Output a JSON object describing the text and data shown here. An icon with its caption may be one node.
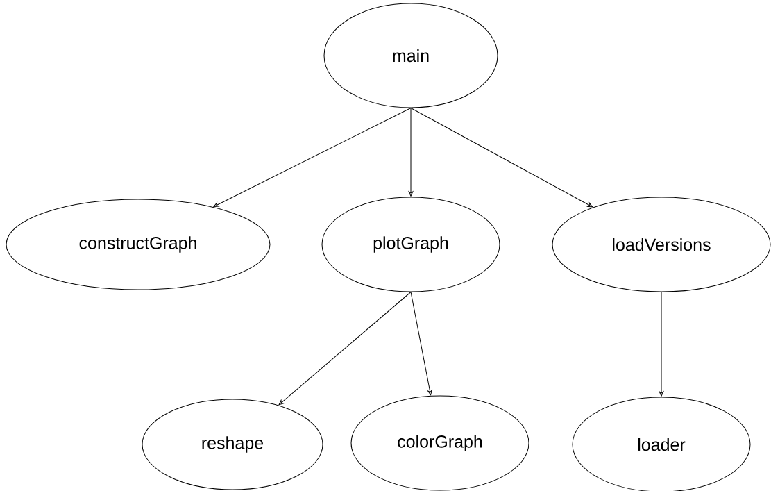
{
  "diagram": {
    "nodes": [
      {
        "text": [
          "main"
        ]
      },
      {
        "text": [
          "constructGraph"
        ]
      },
      {
        "text": [
          "plotGraph"
        ]
      },
      {
        "text": [
          "loadVersions"
        ]
      },
      {
        "text": [
          "reshape"
        ]
      },
      {
        "text": [
          "colorGraph"
        ]
      },
      {
        "text": [
          "loader"
        ]
      }
    ],
    "edges": [
      {
        "from": 0,
        "to": 1,
        "arrow": "to"
      },
      {
        "from": 0,
        "to": 2,
        "arrow": "to"
      },
      {
        "from": 0,
        "to": 3,
        "arrow": "to"
      },
      {
        "from": 2,
        "to": 4,
        "arrow": "to"
      },
      {
        "from": 2,
        "to": 5,
        "arrow": "to"
      },
      {
        "from": 3,
        "to": 6,
        "arrow": "to"
      }
    ]
  }
}
